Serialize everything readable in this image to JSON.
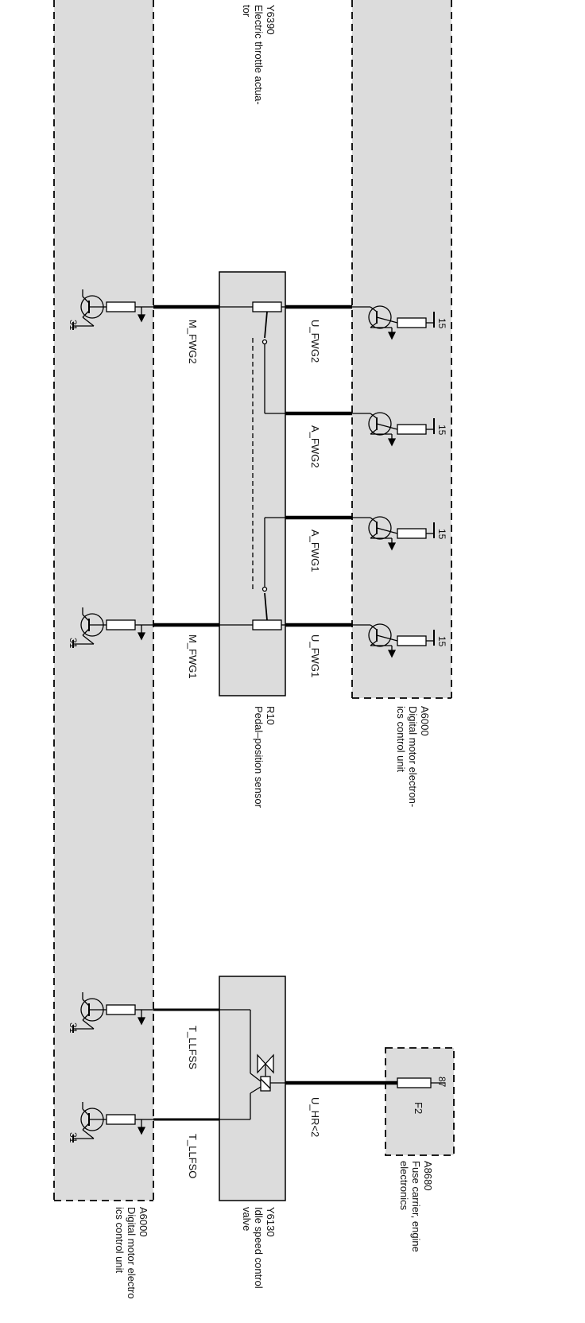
{
  "colors": {
    "box_fill": "#dcdcdc",
    "line": "#000000",
    "background": "#ffffff"
  },
  "components": {
    "throttle": {
      "id": "Y6390",
      "name": "Electric throttle actua-\ntor"
    },
    "dme_right": {
      "id": "A6000",
      "name": "Digital motor electron-\nics control unit"
    },
    "dme_left": {
      "id": "A6000",
      "name": "Digital motor electro\nics control unit"
    },
    "pedal_sensor": {
      "id": "R10",
      "name": "Pedal–position sensor"
    },
    "idle_valve": {
      "id": "Y6130",
      "name": "Idle speed control\nvalve"
    },
    "fuse_carrier": {
      "id": "A8680",
      "name": "Fuse carrier, engine\nelectronics",
      "fuse": "F2",
      "terminal": "87"
    }
  },
  "signals": {
    "u_fwg2": "U_FWG2",
    "a_fwg2": "A_FWG2",
    "a_fwg1": "A_FWG1",
    "u_fwg1": "U_FWG1",
    "m_fwg2": "M_FWG2",
    "m_fwg1": "M_FWG1",
    "u_hr": "U_HR<2",
    "t_llfss": "T_LLFSS",
    "t_llfso": "T_LLFSO"
  },
  "terminals": {
    "supply": "15",
    "ground": "31"
  }
}
